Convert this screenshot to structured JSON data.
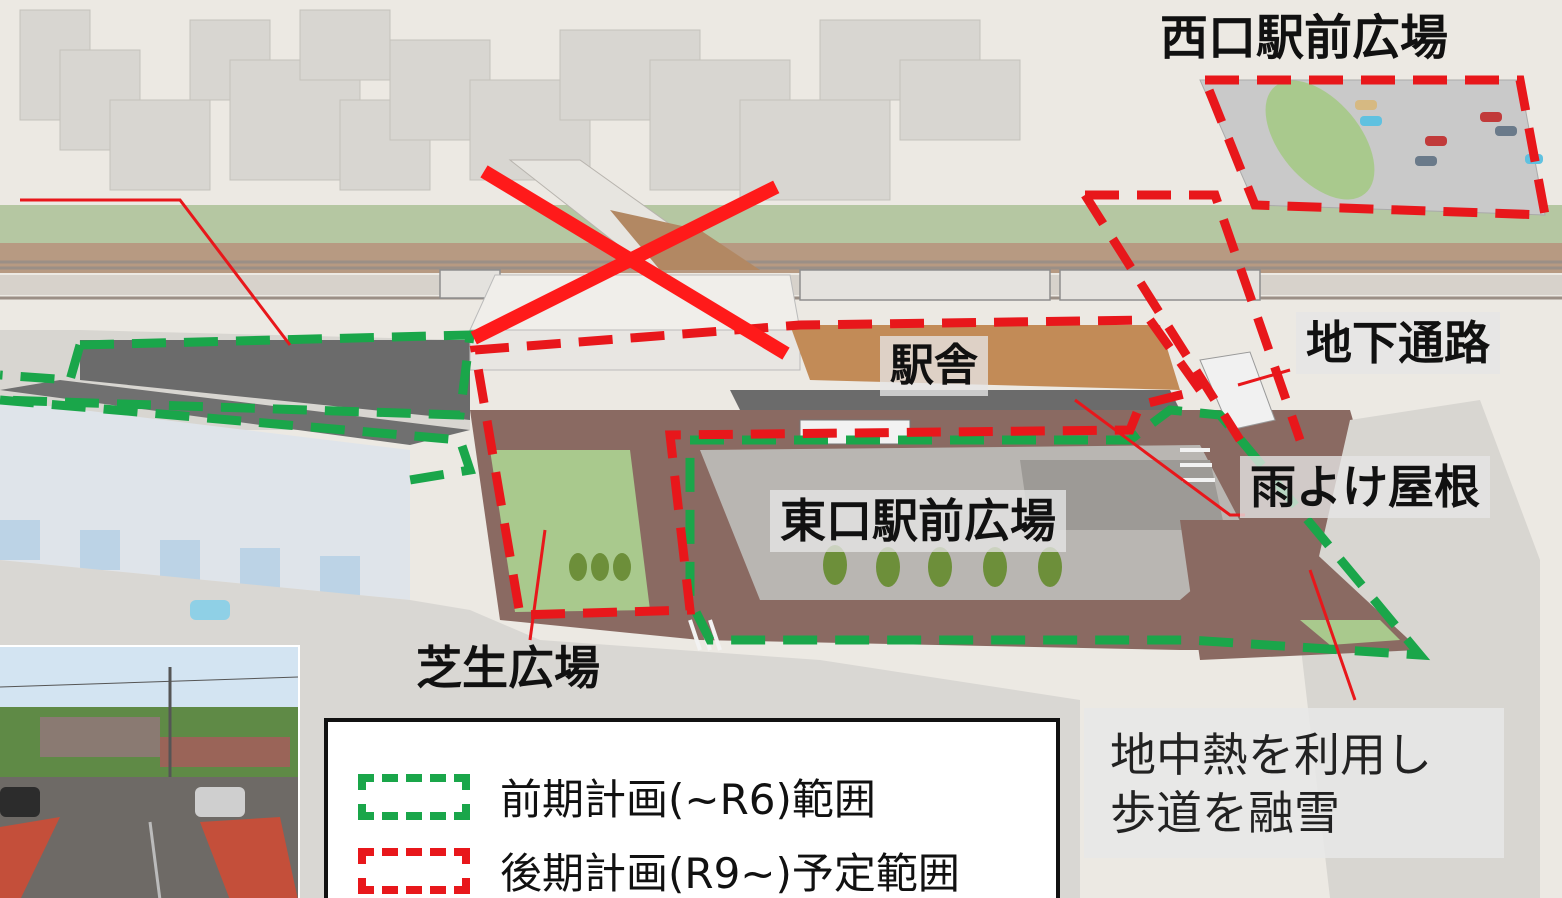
{
  "labels": {
    "west_plaza": "西口駅前広場",
    "station_building": "駅舎",
    "underpass": "地下通路",
    "east_plaza": "東口駅前広場",
    "canopy": "雨よけ屋根",
    "lawn_plaza": "芝生広場"
  },
  "note": {
    "line1": "地中熱を利用し",
    "line2": "歩道を融雪"
  },
  "legend": {
    "early_plan": "前期計画(~R6)範囲",
    "late_plan": "後期計画(R9~)予定範囲"
  },
  "colors": {
    "early_plan_outline": "#1aa64a",
    "late_plan_outline": "#e8171b",
    "removal_cross": "#ff1a1a",
    "leader_line": "#e8171b",
    "lawn": "#a9c98d",
    "pavement": "#8a6a62",
    "roof": "#6b6b6b",
    "building": "#d9d7d2",
    "rail_track": "#9b8f86"
  },
  "icons": {
    "removal_mark": "x-cross-icon",
    "car": "car-icon",
    "tree": "tree-icon",
    "train": "train-icon"
  }
}
